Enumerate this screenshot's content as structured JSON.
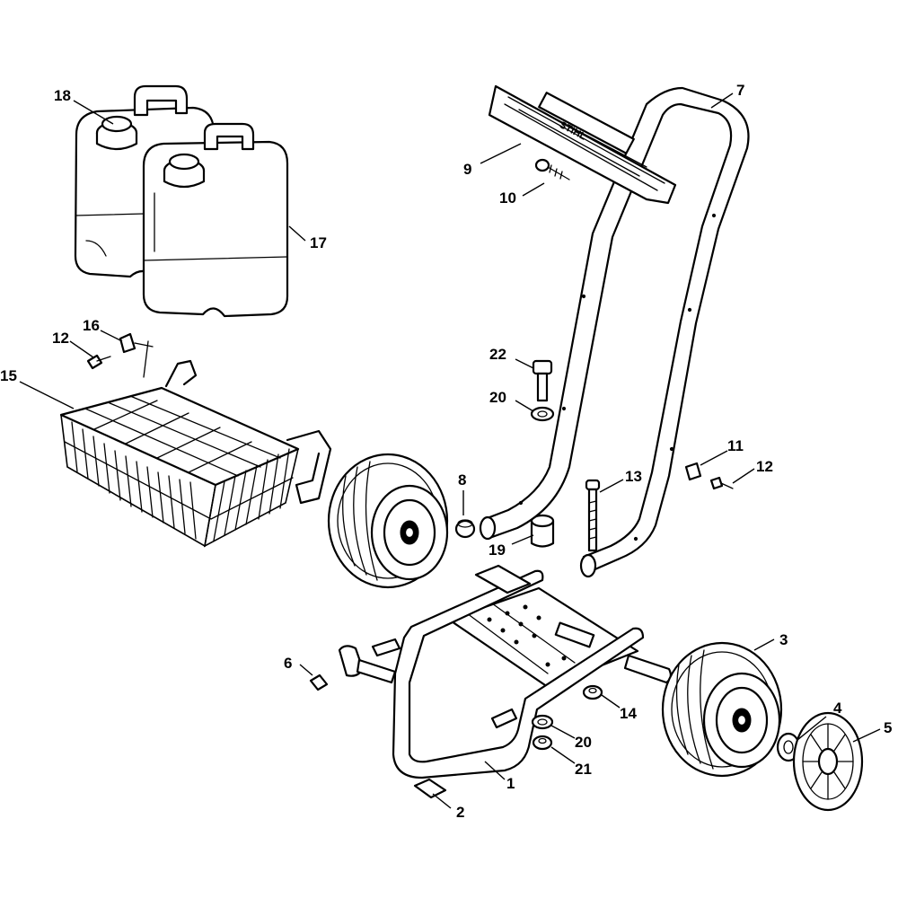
{
  "brand_mark": "STIHL",
  "callouts": {
    "c1": "1",
    "c2": "2",
    "c3": "3",
    "c4": "4",
    "c5": "5",
    "c6": "6",
    "c7": "7",
    "c8": "8",
    "c9": "9",
    "c10": "10",
    "c11": "11",
    "c12a": "12",
    "c12b": "12",
    "c13": "13",
    "c14": "14",
    "c15": "15",
    "c16": "16",
    "c17": "17",
    "c18": "18",
    "c19": "19",
    "c20a": "20",
    "c20b": "20",
    "c21": "21",
    "c22": "22"
  }
}
